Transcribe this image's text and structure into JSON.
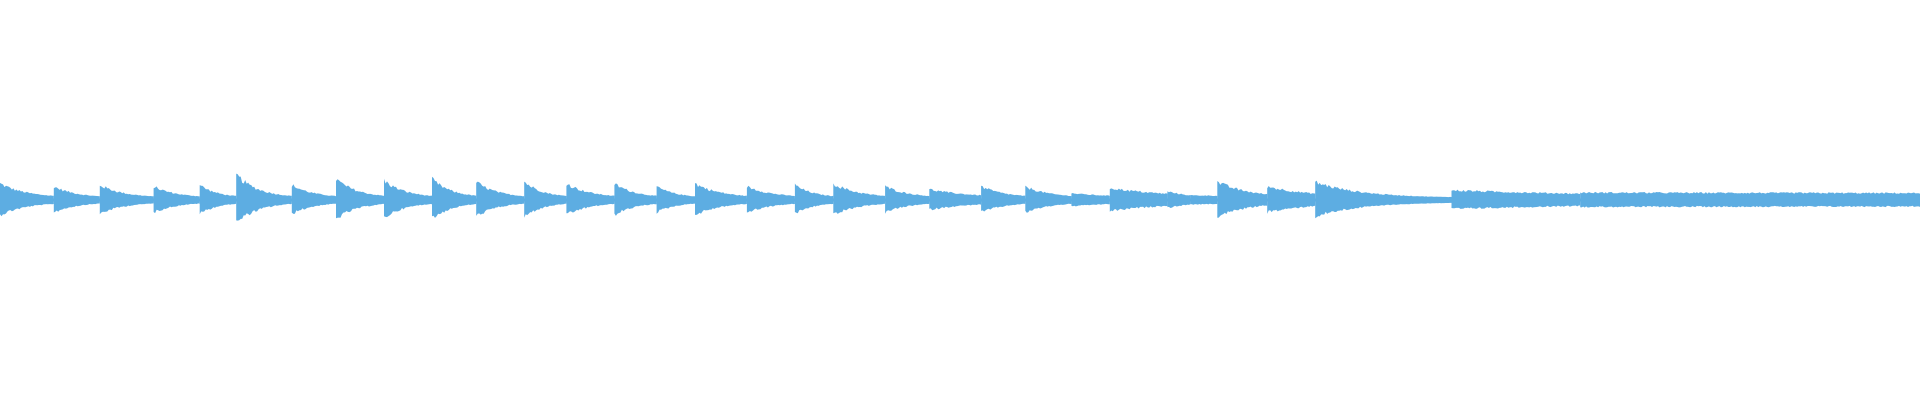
{
  "waveform": {
    "color": "#5dade2",
    "background": "#ffffff",
    "description_free": true,
    "segments": [
      {
        "start": 0.0,
        "end": 0.028,
        "peak": 0.55,
        "decay": 2.0
      },
      {
        "start": 0.028,
        "end": 0.052,
        "peak": 0.45,
        "decay": 2.0
      },
      {
        "start": 0.052,
        "end": 0.08,
        "peak": 0.5,
        "decay": 2.2
      },
      {
        "start": 0.08,
        "end": 0.104,
        "peak": 0.45,
        "decay": 2.0
      },
      {
        "start": 0.104,
        "end": 0.123,
        "peak": 0.5,
        "decay": 2.0
      },
      {
        "start": 0.123,
        "end": 0.152,
        "peak": 0.85,
        "decay": 2.5
      },
      {
        "start": 0.152,
        "end": 0.175,
        "peak": 0.5,
        "decay": 2.0
      },
      {
        "start": 0.175,
        "end": 0.2,
        "peak": 0.7,
        "decay": 2.2
      },
      {
        "start": 0.2,
        "end": 0.225,
        "peak": 0.65,
        "decay": 2.2
      },
      {
        "start": 0.225,
        "end": 0.248,
        "peak": 0.7,
        "decay": 2.2
      },
      {
        "start": 0.248,
        "end": 0.273,
        "peak": 0.6,
        "decay": 2.2
      },
      {
        "start": 0.273,
        "end": 0.295,
        "peak": 0.62,
        "decay": 2.2
      },
      {
        "start": 0.295,
        "end": 0.32,
        "peak": 0.55,
        "decay": 2.0
      },
      {
        "start": 0.32,
        "end": 0.342,
        "peak": 0.55,
        "decay": 2.0
      },
      {
        "start": 0.342,
        "end": 0.362,
        "peak": 0.45,
        "decay": 2.0
      },
      {
        "start": 0.362,
        "end": 0.389,
        "peak": 0.55,
        "decay": 2.0
      },
      {
        "start": 0.389,
        "end": 0.414,
        "peak": 0.45,
        "decay": 1.8
      },
      {
        "start": 0.414,
        "end": 0.434,
        "peak": 0.5,
        "decay": 2.0
      },
      {
        "start": 0.434,
        "end": 0.461,
        "peak": 0.55,
        "decay": 2.0
      },
      {
        "start": 0.461,
        "end": 0.484,
        "peak": 0.45,
        "decay": 1.8
      },
      {
        "start": 0.484,
        "end": 0.511,
        "peak": 0.35,
        "decay": 1.2
      },
      {
        "start": 0.511,
        "end": 0.534,
        "peak": 0.45,
        "decay": 1.8
      },
      {
        "start": 0.534,
        "end": 0.558,
        "peak": 0.45,
        "decay": 1.8
      },
      {
        "start": 0.558,
        "end": 0.578,
        "peak": 0.22,
        "decay": 0.8
      },
      {
        "start": 0.578,
        "end": 0.608,
        "peak": 0.4,
        "decay": 0.9
      },
      {
        "start": 0.608,
        "end": 0.62,
        "peak": 0.28,
        "decay": 0.9
      },
      {
        "start": 0.62,
        "end": 0.634,
        "peak": 0.15,
        "decay": 0.2
      },
      {
        "start": 0.634,
        "end": 0.66,
        "peak": 0.6,
        "decay": 1.5
      },
      {
        "start": 0.66,
        "end": 0.685,
        "peak": 0.45,
        "decay": 1.0
      },
      {
        "start": 0.685,
        "end": 0.756,
        "peak": 0.6,
        "decay": 3.0
      },
      {
        "start": 0.756,
        "end": 0.823,
        "peak": 0.32,
        "decay": 0.6
      },
      {
        "start": 0.823,
        "end": 1.0,
        "peak": 0.24,
        "decay": 0.1
      }
    ]
  }
}
